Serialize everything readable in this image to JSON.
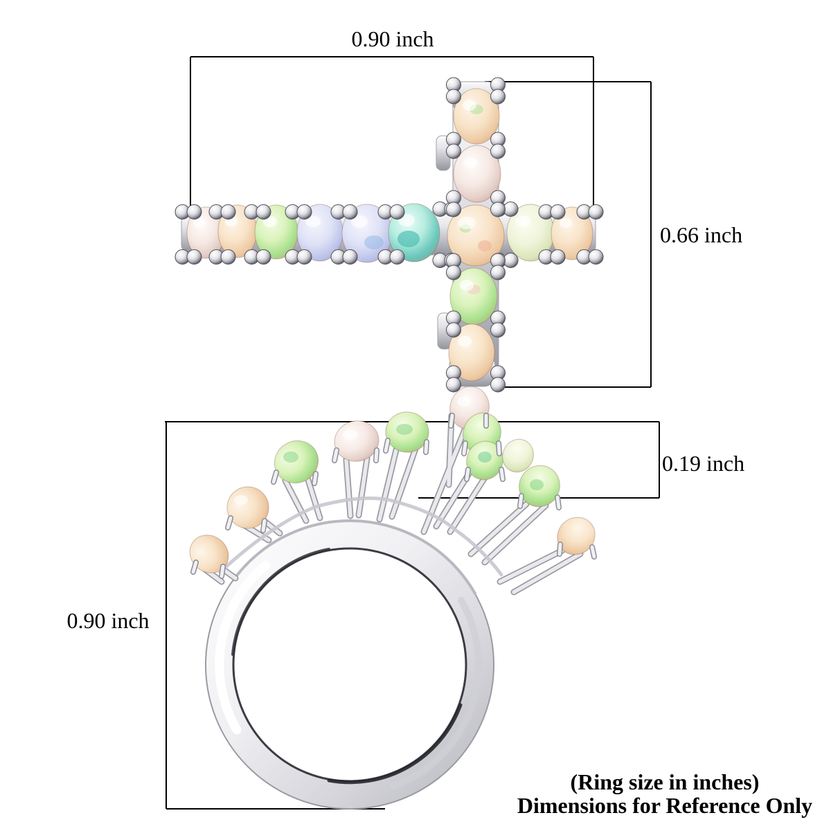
{
  "figure": {
    "background_color": "#ffffff",
    "line_color": "#000000"
  },
  "top_view": {
    "width_label": "0.90 inch",
    "height_label": "0.66 inch"
  },
  "side_view": {
    "band_height_label": "0.19 inch",
    "height_label": "0.90 inch"
  },
  "captions": {
    "line1": "(Ring size in inches)",
    "line2": "Dimensions for Reference Only"
  },
  "palette": {
    "metal_light": "#f4f4f7",
    "metal_mid": "#c0c0c8",
    "metal_dark": "#5a5a64",
    "opal_pearl": "#f6e9e4",
    "opal_peach": "#f8e3c8",
    "opal_green": "#a9e18e",
    "opal_lavender": "#bcc3ea",
    "opal_teal": "#6cc9bd"
  }
}
